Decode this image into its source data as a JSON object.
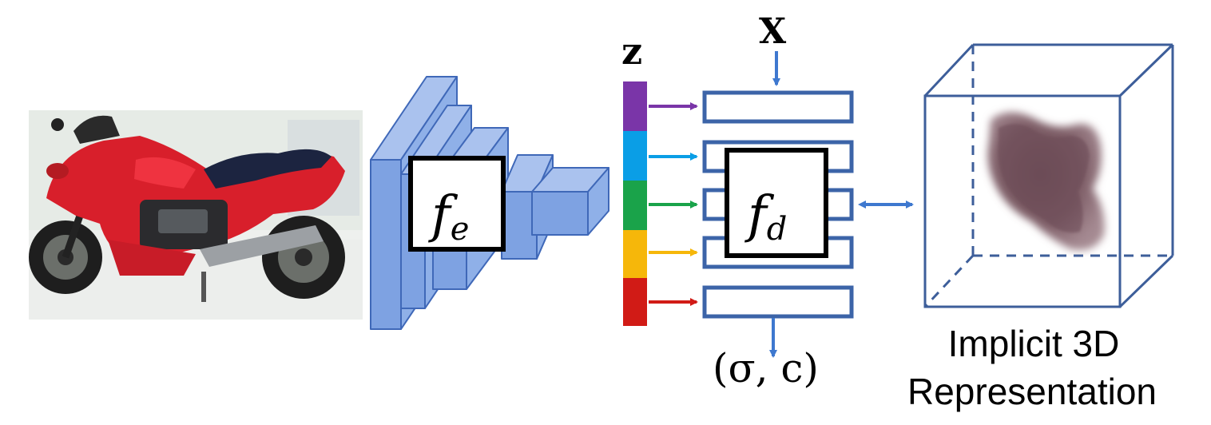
{
  "encoder": {
    "label": "f",
    "subscript": "e"
  },
  "latent": {
    "label": "z"
  },
  "query": {
    "label": "X"
  },
  "decoder": {
    "label": "f",
    "subscript": "d"
  },
  "output": {
    "label": "(σ, c)"
  },
  "representation": {
    "line1": "Implicit 3D",
    "line2": "Representation"
  },
  "colors": {
    "encoder_fill": "#8fb0e8",
    "encoder_stroke": "#3f68b8",
    "decoder_stroke": "#3c64a8",
    "arrow_blue": "#3e78cf",
    "cube_stroke": "#3d5e9a",
    "latent_segments": [
      "#7a35a8",
      "#0a9ee6",
      "#1aa34a",
      "#f6b70a",
      "#d11b16"
    ]
  },
  "icons": {
    "input_image": "red-motorcycle-photo",
    "shape": "blurry-purple-3d-shape"
  }
}
